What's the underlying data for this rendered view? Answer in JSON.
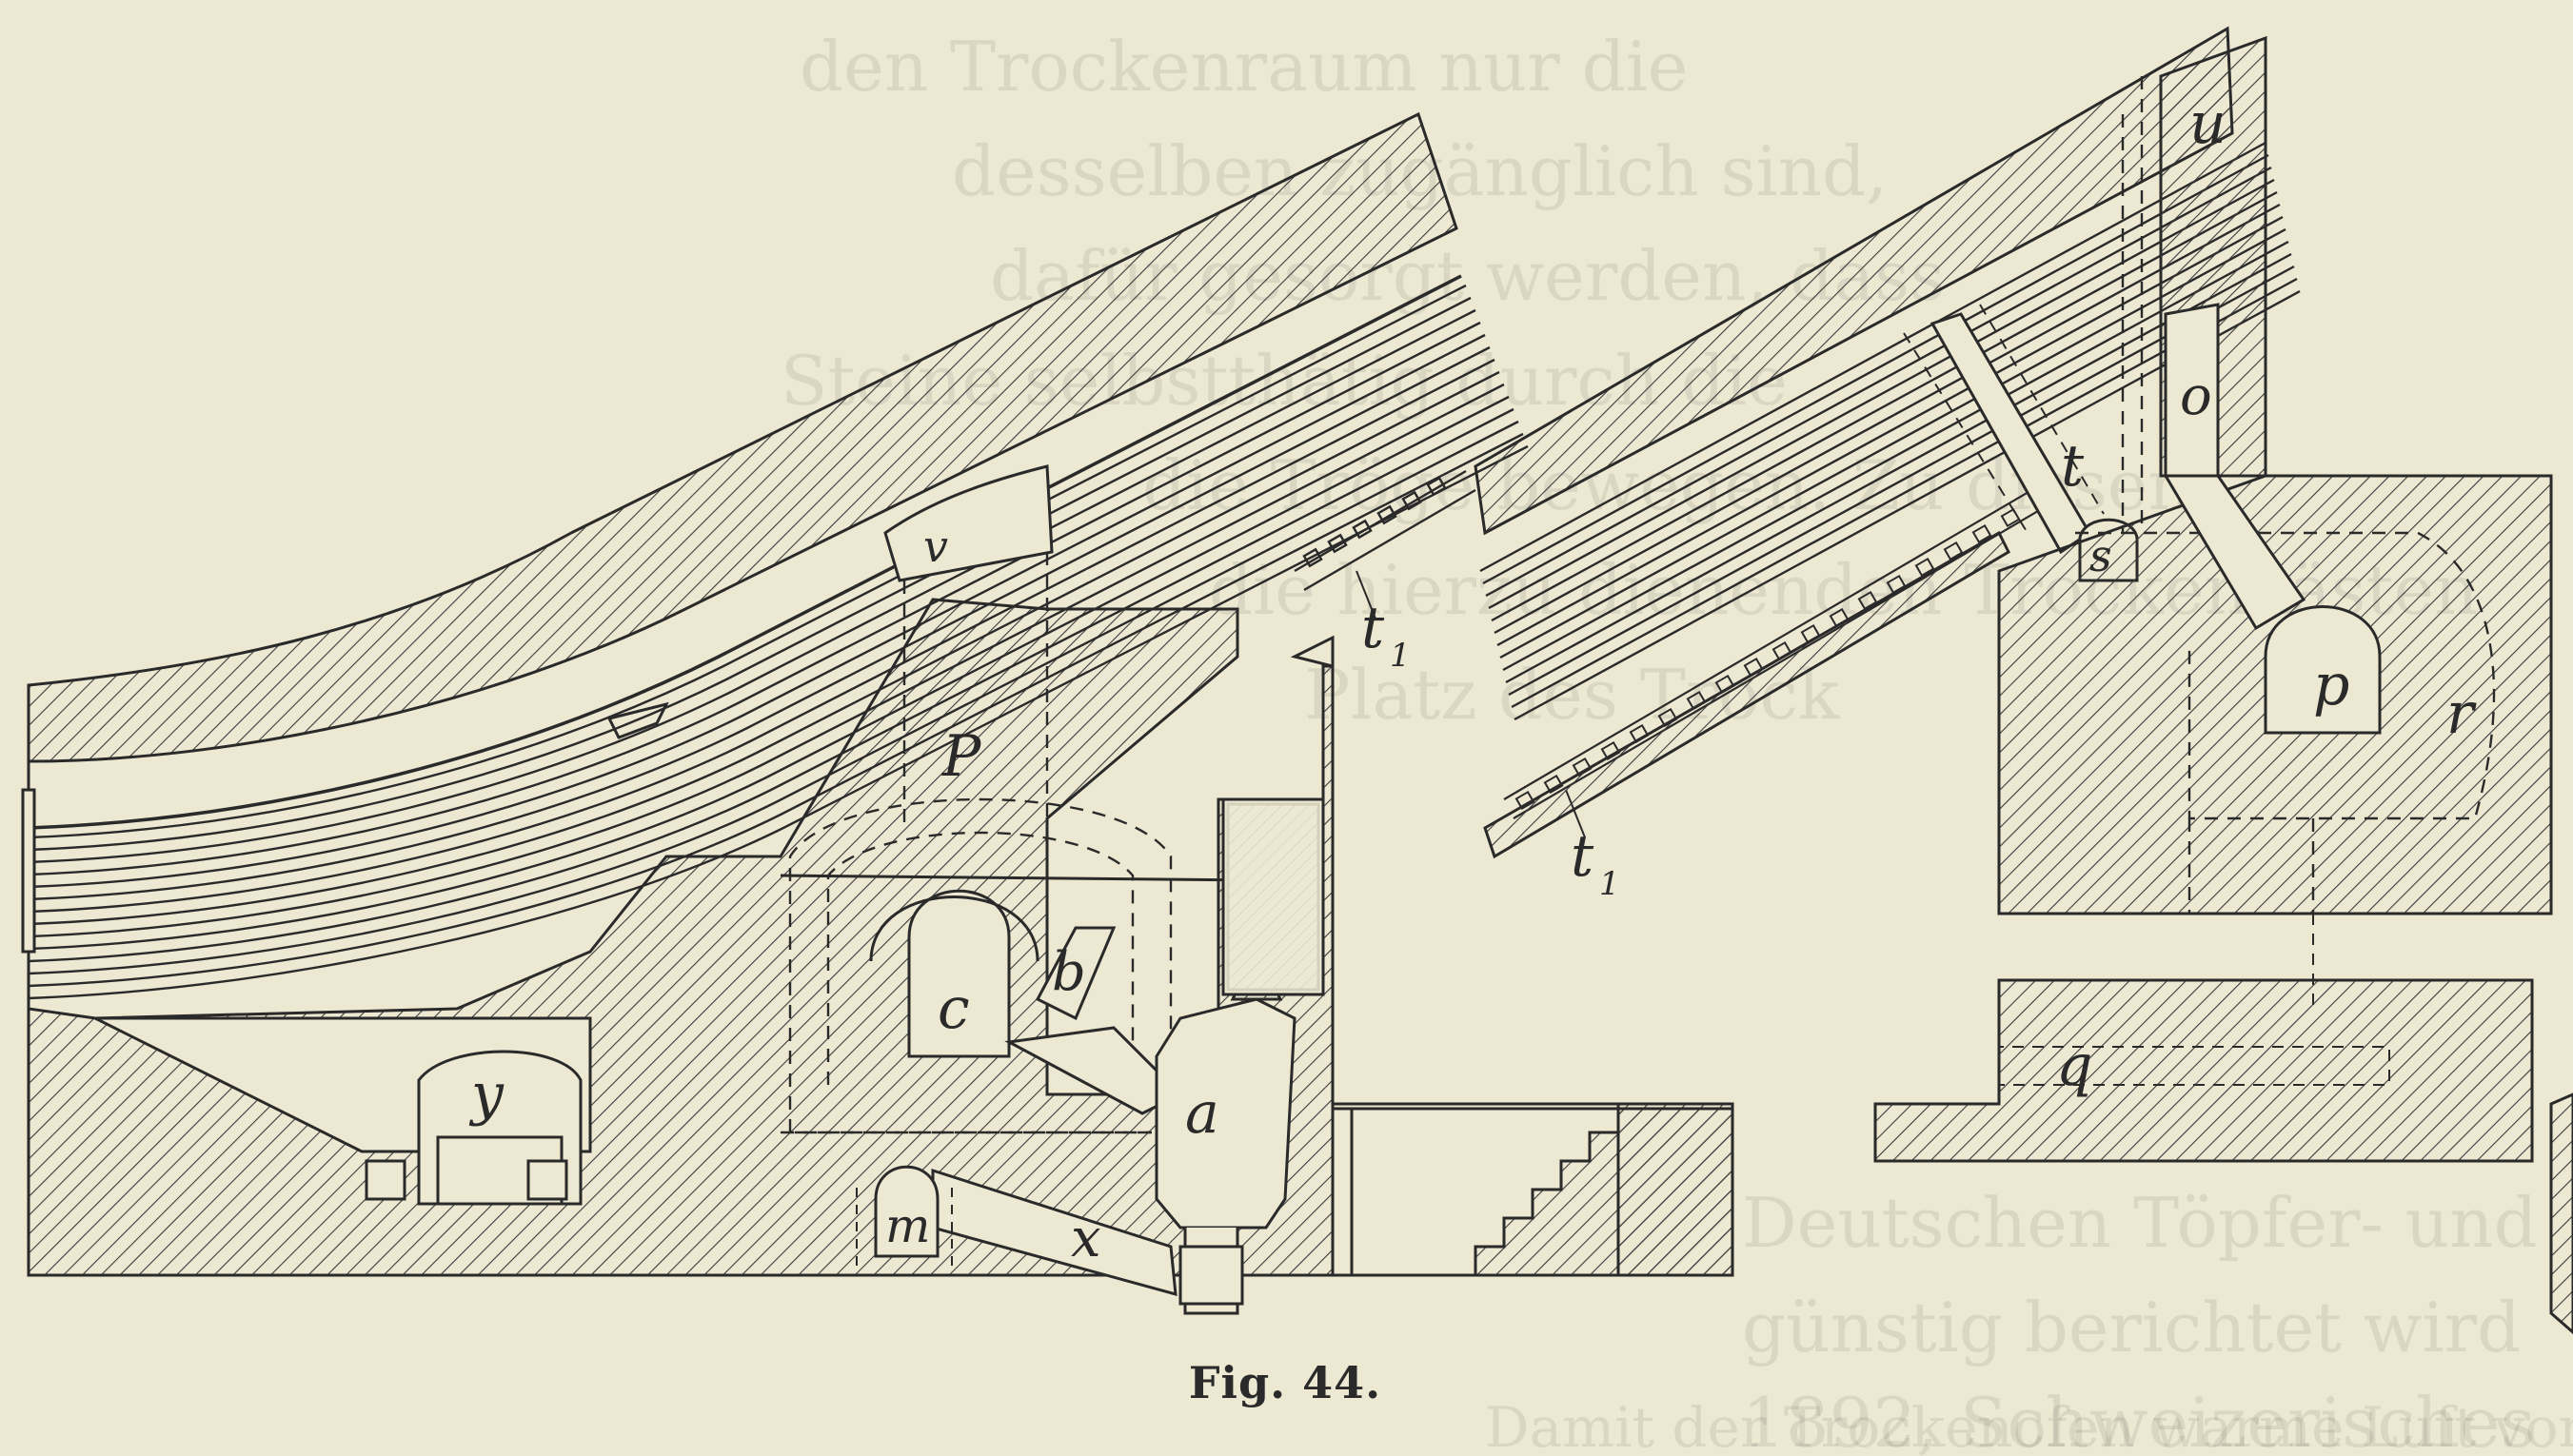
{
  "caption": "Fig. 44.",
  "colors": {
    "paper": "#ece8d2",
    "ink": "#2a2a2a",
    "hatch": "#3b3b3b"
  },
  "labels": {
    "v": "v",
    "t1_left": "t",
    "t1_left_sub": "1",
    "P": "P",
    "c": "c",
    "b": "b",
    "a": "a",
    "y": "y",
    "m": "m",
    "x": "x",
    "u": "u",
    "o": "o",
    "t": "t",
    "s": "s",
    "p": "p",
    "r": "r",
    "q": "q",
    "t1_right": "t",
    "t1_right_sub": "1"
  },
  "background_text": [
    "den Trockenraum nur die",
    "desselben zugänglich sind,",
    "dafür gesorgt werden, dass",
    "Steine selbstthätig durch die",
    "die Tröge bewegen. Zu diesem",
    "die hierzu dienenden Trockenkästen",
    "Platz des Trock",
    "Deutschen Töpfer- und",
    "günstig berichtet wird",
    "1892, Schweizerisches",
    "Damit der Trockenofen warme Luft von"
  ]
}
